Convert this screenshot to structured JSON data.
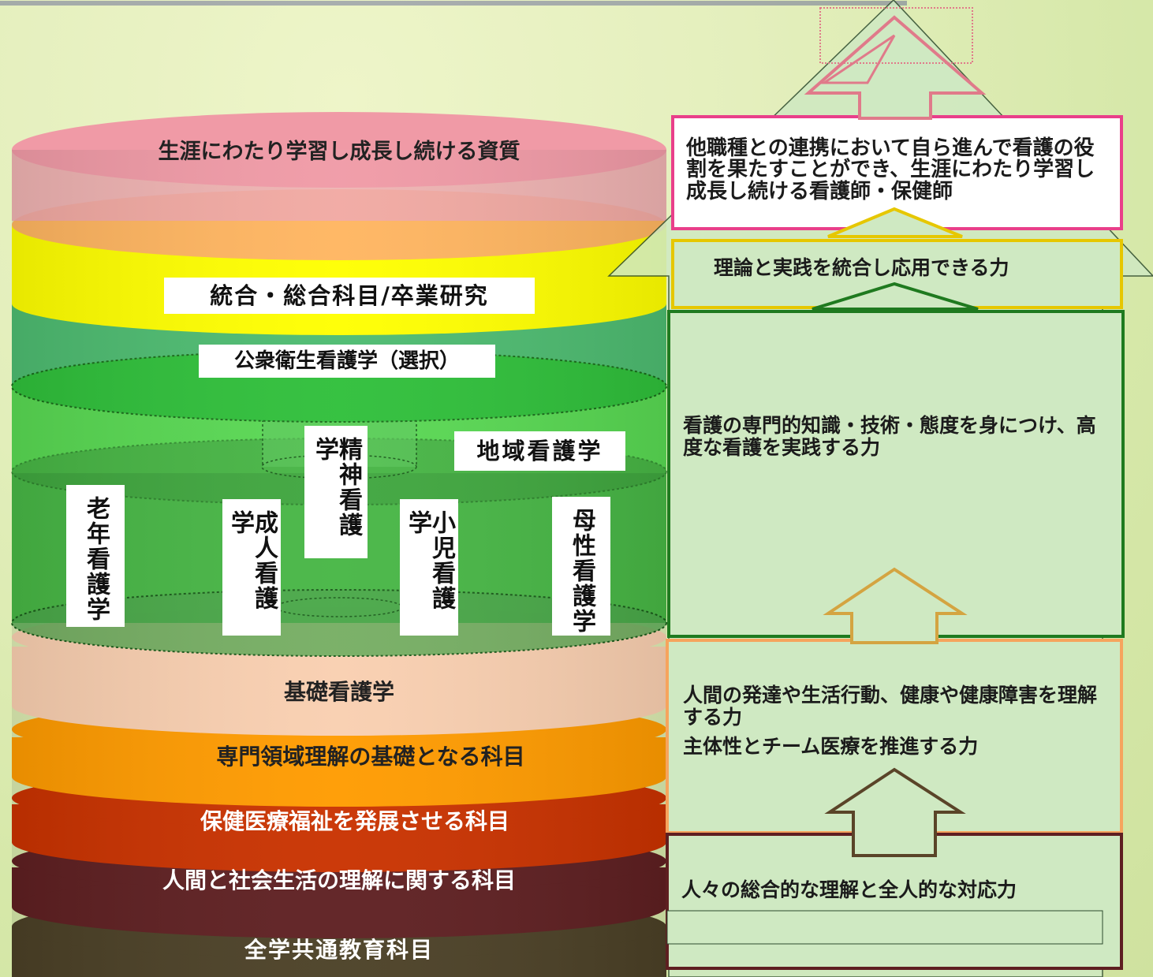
{
  "layers": {
    "lifelong": "生涯にわたり学習し成長し続ける資質",
    "integrated": "統合・総合科目/卒業研究",
    "public_health": "公衆衛生看護学（選択）",
    "community": "地域看護学",
    "psychiatric": "精神看護学",
    "gerontological": "老年看護学",
    "adult": "成人看護学",
    "pediatric": "小児看護学",
    "maternal": "母性看護学",
    "fundamental": "基礎看護学",
    "specialty_basis": "専門領域理解の基礎となる科目",
    "health_welfare": "保健医療福祉を発展させる科目",
    "human_society": "人間と社会生活の理解に関する科目",
    "common_education": "全学共通教育科目"
  },
  "abilities": {
    "goal": "他職種との連携において自ら進んで看護の役割を果たすことができ、生涯にわたり学習し成長し続ける看護師・保健師",
    "theory_practice": "理論と実践を統合し応用できる力",
    "professional": "看護の専門的知識・技術・態度を身につけ、高度な看護を実践する力",
    "understanding_line1": "人間の発達や生活行動、健康や健康障害を理解する力",
    "understanding_line2": "主体性とチーム医療を推進する力",
    "holistic": "人々の総合的な理解と全人的な対応力"
  },
  "colors": {
    "pink": "#f09aa6",
    "yellow": "#ffff00",
    "teal_green": "#4dbb70",
    "bright_green": "#44e844",
    "mid_green": "#3a9a3a",
    "peach": "#f9cfb0",
    "orange": "#ff9b00",
    "red_brown": "#c93200",
    "maroon": "#5e1f21",
    "olive_dark": "#4b4026",
    "arrow_fill": "#cfe9c2"
  }
}
